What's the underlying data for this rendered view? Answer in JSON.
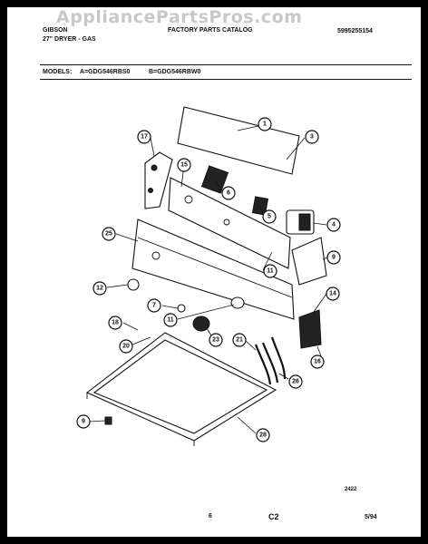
{
  "watermark": "AppliancePartsPros.com",
  "header": {
    "brand": "GIBSON",
    "model_line": "27\" DRYER - GAS",
    "catalog": "FACTORY PARTS CATALOG",
    "doc_number": "5995255154",
    "models_label": "MODELS:",
    "model_a": "A=GDG546RBS0",
    "model_b": "B=GDG546RBW0"
  },
  "callouts": [
    "1",
    "3",
    "17",
    "15",
    "6",
    "5",
    "4",
    "25",
    "9",
    "11",
    "14",
    "12",
    "7",
    "11",
    "16",
    "18",
    "20",
    "23",
    "21",
    "26",
    "9",
    "28"
  ],
  "footer": {
    "ref": "2422",
    "page_number": "6",
    "section": "C2",
    "date": "5/94"
  }
}
